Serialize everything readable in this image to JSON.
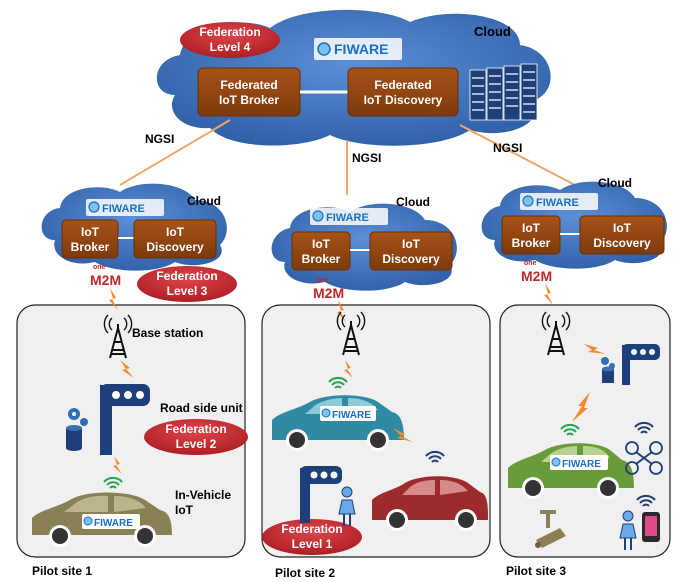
{
  "top": {
    "cloud_label": "Cloud",
    "logo": "FIWARE",
    "broker": [
      "Federated",
      "IoT Broker"
    ],
    "discovery": [
      "Federated",
      "IoT Discovery"
    ],
    "federation": [
      "Federation",
      "Level 4"
    ]
  },
  "ngsi_labels": [
    "NGSI",
    "NGSI",
    "NGSI"
  ],
  "clouds": [
    {
      "cloud_label": "Cloud",
      "logo": "FIWARE",
      "broker": [
        "IoT",
        "Broker"
      ],
      "discovery": [
        "IoT",
        "Discovery"
      ],
      "m2m_top": "one",
      "m2m": "M2M"
    },
    {
      "cloud_label": "Cloud",
      "logo": "FIWARE",
      "broker": [
        "IoT",
        "Broker"
      ],
      "discovery": [
        "IoT",
        "Discovery"
      ],
      "m2m_top": "one",
      "m2m": "M2M"
    },
    {
      "cloud_label": "Cloud",
      "logo": "FIWARE",
      "broker": [
        "IoT",
        "Broker"
      ],
      "discovery": [
        "IoT",
        "Discovery"
      ],
      "m2m_top": "one",
      "m2m": "M2M"
    }
  ],
  "federation3": [
    "Federation",
    "Level 3"
  ],
  "federation2": [
    "Federation",
    "Level 2"
  ],
  "federation1": [
    "Federation",
    "Level 1"
  ],
  "site1": {
    "base_station": "Base station",
    "road_side_unit": "Road side unit",
    "in_vehicle": [
      "In-Vehicle",
      "IoT"
    ],
    "car_logo": "FIWARE"
  },
  "site2": {
    "car_logo": "FIWARE"
  },
  "site3": {
    "car_logo": "FIWARE"
  },
  "pilots": [
    "Pilot site 1",
    "Pilot site 2",
    "Pilot site 3"
  ],
  "colors": {
    "cloud": "#3a6fb8",
    "box": "#9b4a12",
    "federation": "#c0272d",
    "link": "#f0a56a",
    "pilot_bg": "#f0f0f0",
    "car1": "#8a8055",
    "car2": "#2f8aa3",
    "car3": "#9e2b2b",
    "car4": "#6a9b3a"
  },
  "icons": [
    "server-rack-icon",
    "antenna-icon",
    "traffic-light-icon",
    "gear-icon",
    "database-icon",
    "wifi-icon",
    "person-icon",
    "drone-icon",
    "camera-icon",
    "phone-icon",
    "lightning-icon"
  ]
}
